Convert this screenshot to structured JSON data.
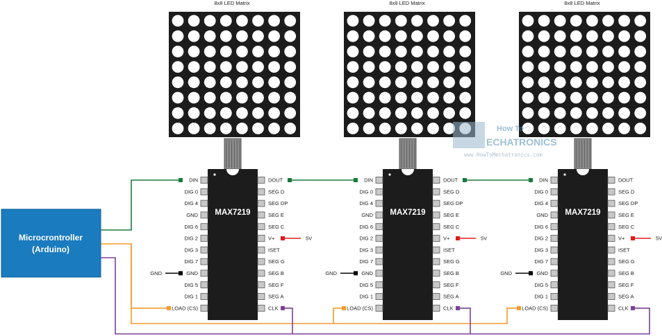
{
  "matrix_title": "8x8 LED Matrix",
  "chip_name": "MAX7219",
  "left_pins": [
    "DIN",
    "DIG 0",
    "DIG 4",
    "GND",
    "DIG 6",
    "DIG 2",
    "DIG 3",
    "DIG 7",
    "GND",
    "DIG 5",
    "DIG 1",
    "LOAD (CS)"
  ],
  "right_pins": [
    "DOUT",
    "SEG D",
    "SEG DP",
    "SEG E",
    "SEG C",
    "V+",
    "ISET",
    "SEG G",
    "SEG B",
    "SEG F",
    "SEG A",
    "CLK"
  ],
  "supply_label": "5V",
  "ground_label": "GND",
  "mcu": {
    "line1": "Microcrontroller",
    "line2": "(Arduino)"
  },
  "watermark": {
    "line1": "How To",
    "line2": "ECHATRONICS",
    "url": "www.HowToMechatronics.com"
  },
  "colors": {
    "din_wire": "#1a7a3c",
    "load_wire": "#f39a2b",
    "clk_wire": "#7b3f98",
    "vplus_wire": "#e11b1b",
    "gnd_wire": "#000000",
    "mcu_fill": "#1a7bbf",
    "chip_fill": "#1c1c1c",
    "matrix_fill": "#1c1c1c",
    "led": "#ffffff"
  },
  "modules": [
    {
      "id": "module-1"
    },
    {
      "id": "module-2"
    },
    {
      "id": "module-3"
    }
  ]
}
